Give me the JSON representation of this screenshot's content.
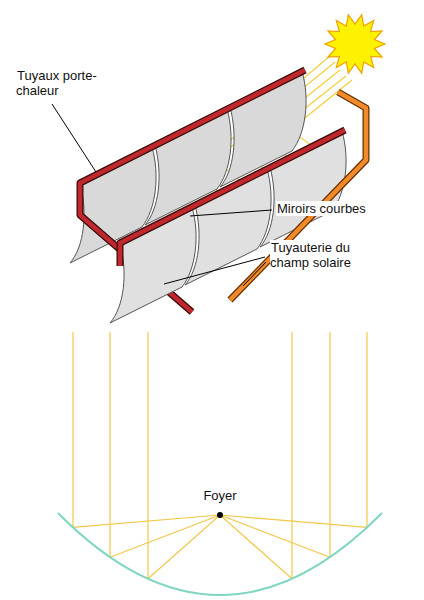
{
  "diagram": {
    "labels": [
      "Tuyaux porte-chaleur",
      "Miroirs courbes",
      "Tuyauterie du champ solaire",
      "Foyer"
    ]
  }
}
